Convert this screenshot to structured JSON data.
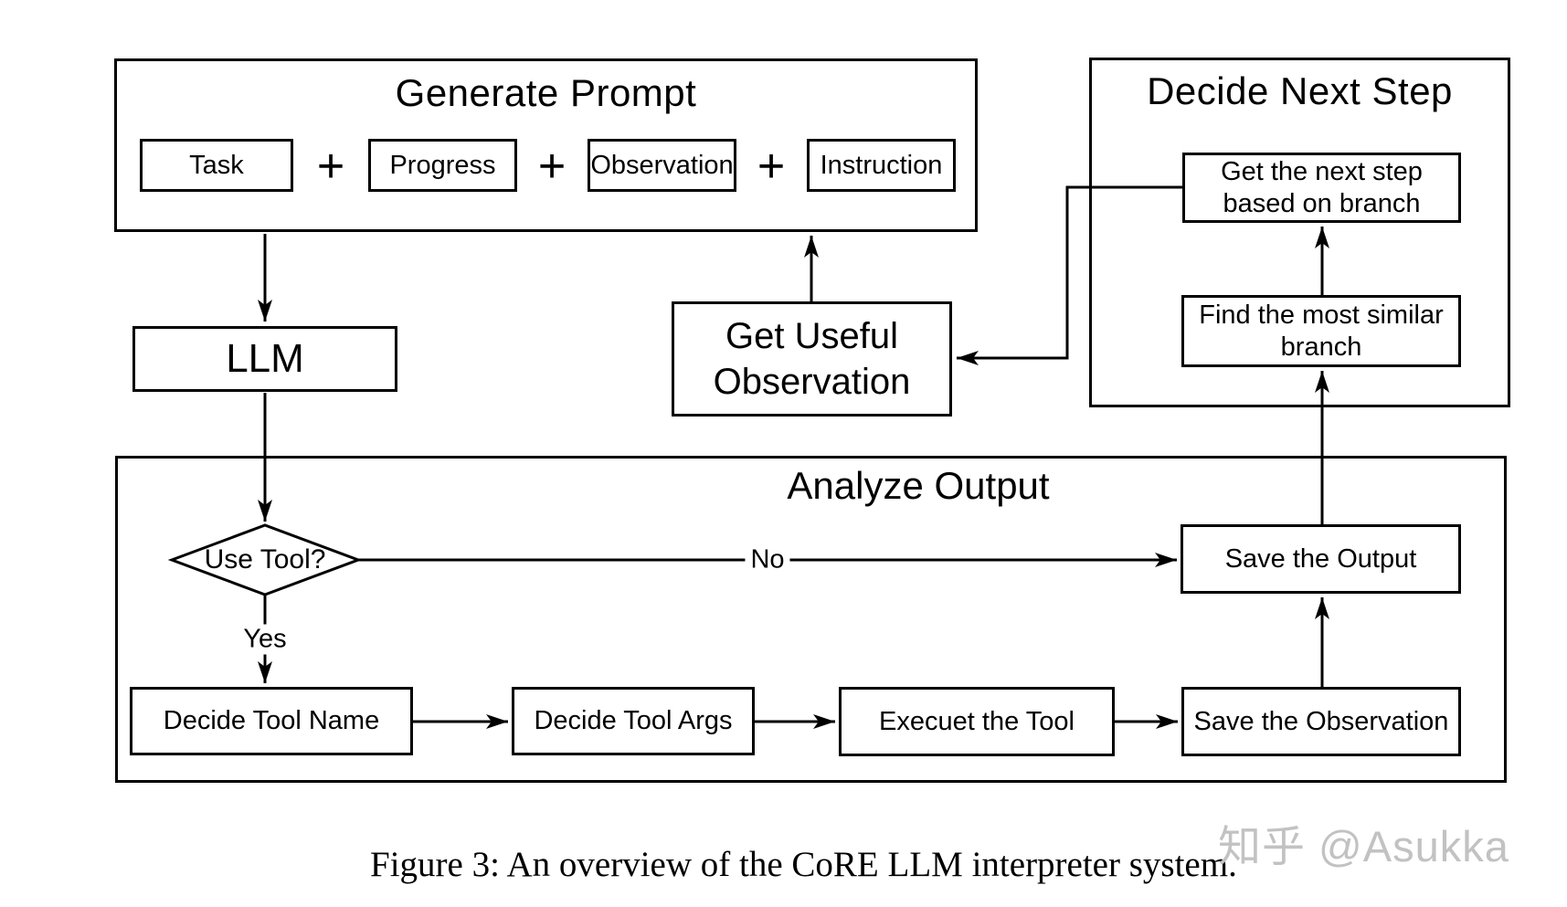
{
  "diagram": {
    "generate_prompt": {
      "title": "Generate Prompt",
      "plus": "+",
      "items": [
        "Task",
        "Progress",
        "Observation",
        "Instruction"
      ]
    },
    "llm": {
      "label": "LLM"
    },
    "get_useful_observation": {
      "label": "Get Useful Observation"
    },
    "decide_next_step": {
      "title": "Decide Next Step",
      "get_next_step": "Get the next step based on branch",
      "find_branch": "Find the most similar branch"
    },
    "analyze_output": {
      "title": "Analyze Output",
      "use_tool": "Use Tool?",
      "no_label": "No",
      "yes_label": "Yes",
      "decide_tool_name": "Decide Tool Name",
      "decide_tool_args": "Decide Tool Args",
      "execute_tool": "Execuet the Tool",
      "save_observation": "Save the Observation",
      "save_output": "Save the Output"
    }
  },
  "caption": "Figure 3: An overview of the CoRE LLM interpreter system.",
  "watermark": "知乎 @Asukka",
  "colors": {
    "line": "#000000",
    "background": "#ffffff",
    "watermark": "#c2c2c2"
  }
}
